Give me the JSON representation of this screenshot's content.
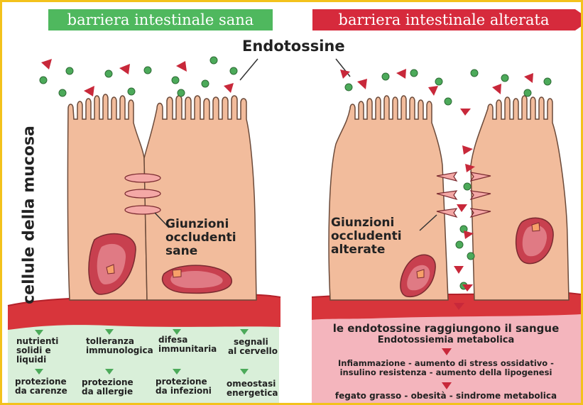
{
  "header_left": "barriera intestinale sana",
  "header_right": "barriera intestinale alterata",
  "endotoxins_title": "Endotossine",
  "side_label": "cellule della mucosa",
  "healthy_junctions": [
    "Giunzioni",
    "occludenti",
    "sane"
  ],
  "altered_junctions": [
    "Giunzioni",
    "occludenti",
    "alterate"
  ],
  "benefits": [
    [
      "nutrienti",
      "solidi e",
      "liquidi"
    ],
    [
      "tolleranza",
      "immunologica"
    ],
    [
      "difesa",
      "immunitaria"
    ],
    [
      "segnali",
      "al cervello"
    ],
    [
      "protezione",
      "da carenze"
    ],
    [
      "protezione",
      "da allergie"
    ],
    [
      "protezione",
      "da infezioni"
    ],
    [
      "omeostasi",
      "energetica"
    ]
  ],
  "blood": {
    "title": "le endotossine raggiungono il sangue",
    "subtitle": "Endotossiemia metabolica",
    "line1": [
      "Infiammazione - aumento di stress ossidativo -",
      "insulino resistenza - aumento della lipogenesi"
    ],
    "line2": "fegato grasso - obesità - sindrome metabolica"
  },
  "colors": {
    "healthy_green": "#4fb85e",
    "altered_red": "#d62a3c",
    "cell": "#f2bc9c",
    "nucleus": "#c8404f",
    "junction": "#f4a8a6",
    "mucosa_red": "#d8353b",
    "healthy_area": "#d9efd9",
    "blood_pink": "#f4b5bd",
    "frame": "#f3c21c"
  }
}
